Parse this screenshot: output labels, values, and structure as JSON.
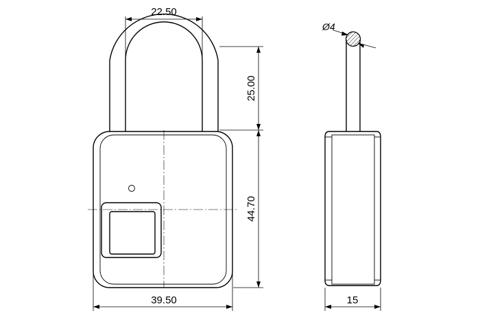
{
  "dimensions": {
    "shackle_width": "22.50",
    "shackle_height": "25.00",
    "body_height": "44.70",
    "body_width": "39.50",
    "thickness": "15",
    "shackle_diameter": "Ø4"
  }
}
